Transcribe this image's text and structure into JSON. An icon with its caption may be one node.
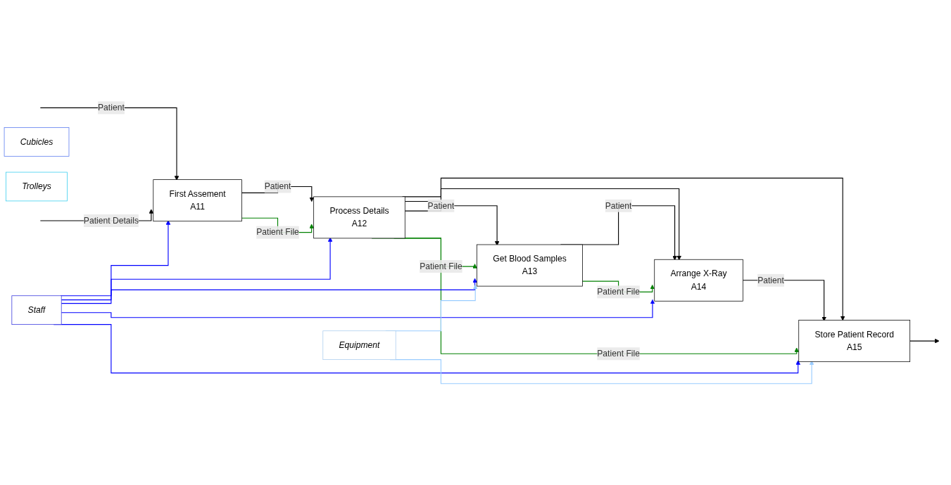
{
  "diagram": {
    "nodes": [
      {
        "text": [
          "First Assement",
          "A11"
        ]
      },
      {
        "text": [
          "Process Details",
          "A12"
        ]
      },
      {
        "text": [
          "Get Blood Samples",
          "A13"
        ]
      },
      {
        "text": [
          "Arrange X-Ray",
          "A14"
        ]
      },
      {
        "text": [
          "Store Patient Record",
          "A15"
        ]
      },
      {
        "text": [
          "Staff"
        ]
      },
      {
        "text": [
          "Cubicles"
        ]
      },
      {
        "text": [
          "Trolleys"
        ]
      },
      {
        "text": [
          "Equipment"
        ]
      }
    ],
    "edges": [
      {
        "from": null,
        "to": 0,
        "arrow": "to",
        "label": "Patient"
      },
      {
        "from": null,
        "to": 0,
        "arrow": "to",
        "label": "Patient Details"
      },
      {
        "from": 0,
        "to": 1,
        "arrow": "to",
        "label": "Patient"
      },
      {
        "from": 0,
        "to": 1,
        "arrow": "to",
        "label": "Patient File",
        "color": "#008000"
      },
      {
        "from": 1,
        "to": 2,
        "arrow": "to",
        "label": "Patient"
      },
      {
        "from": 1,
        "to": 2,
        "arrow": "to",
        "label": "Patient File",
        "color": "#008000"
      },
      {
        "from": 1,
        "to": 3,
        "arrow": "to"
      },
      {
        "from": 2,
        "to": 3,
        "arrow": "to",
        "label": "Patient"
      },
      {
        "from": 2,
        "to": 3,
        "arrow": "to",
        "label": "Patient File",
        "color": "#008000"
      },
      {
        "from": 1,
        "to": 4,
        "arrow": "to"
      },
      {
        "from": 3,
        "to": 4,
        "arrow": "to",
        "label": "Patient"
      },
      {
        "from": 1,
        "to": 4,
        "arrow": "to",
        "label": "Patient File",
        "color": "#008000"
      },
      {
        "from": 4,
        "to": null,
        "arrow": "to"
      },
      {
        "from": 5,
        "to": 0,
        "arrow": "to",
        "color": "#0000ff"
      },
      {
        "from": 5,
        "to": 1,
        "arrow": "to",
        "color": "#0000ff"
      },
      {
        "from": 5,
        "to": 2,
        "arrow": "to",
        "color": "#0000ff"
      },
      {
        "from": 5,
        "to": 3,
        "arrow": "to",
        "color": "#0000ff"
      },
      {
        "from": 5,
        "to": 4,
        "arrow": "to",
        "color": "#0000ff"
      },
      {
        "from": 8,
        "to": 2,
        "arrow": "to",
        "color": "#99ccff"
      },
      {
        "from": 8,
        "to": 4,
        "arrow": "to",
        "color": "#99ccff"
      }
    ]
  }
}
